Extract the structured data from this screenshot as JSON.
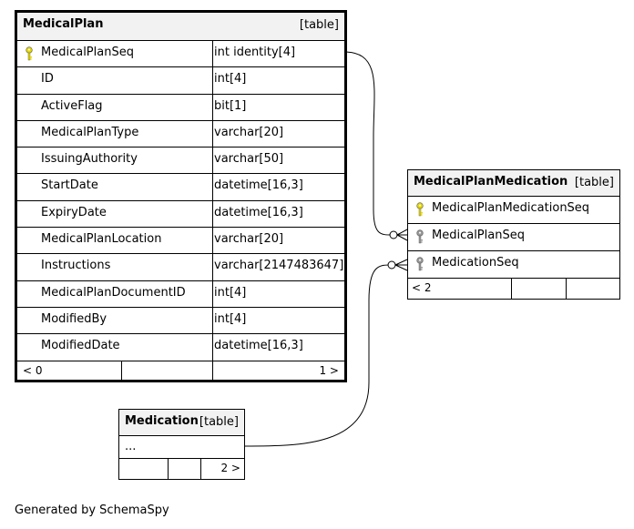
{
  "medical_plan": {
    "name": "MedicalPlan",
    "kind": "[table]",
    "columns": [
      {
        "name": "MedicalPlanSeq",
        "type": "int identity[4]",
        "key": "primary-key-icon"
      },
      {
        "name": "ID",
        "type": "int[4]"
      },
      {
        "name": "ActiveFlag",
        "type": "bit[1]"
      },
      {
        "name": "MedicalPlanType",
        "type": "varchar[20]"
      },
      {
        "name": "IssuingAuthority",
        "type": "varchar[50]"
      },
      {
        "name": "StartDate",
        "type": "datetime[16,3]"
      },
      {
        "name": "ExpiryDate",
        "type": "datetime[16,3]"
      },
      {
        "name": "MedicalPlanLocation",
        "type": "varchar[20]"
      },
      {
        "name": "Instructions",
        "type": "varchar[2147483647]"
      },
      {
        "name": "MedicalPlanDocumentID",
        "type": "int[4]"
      },
      {
        "name": "ModifiedBy",
        "type": "int[4]"
      },
      {
        "name": "ModifiedDate",
        "type": "datetime[16,3]"
      }
    ],
    "parents": "< 0",
    "children": "1 >"
  },
  "medical_plan_medication": {
    "name": "MedicalPlanMedication",
    "kind": "[table]",
    "columns": [
      {
        "name": "MedicalPlanMedicationSeq",
        "key": "primary-key-icon"
      },
      {
        "name": "MedicalPlanSeq",
        "key": "foreign-key-icon"
      },
      {
        "name": "MedicationSeq",
        "key": "foreign-key-icon"
      }
    ],
    "parents": "< 2"
  },
  "medication": {
    "name": "Medication",
    "kind": "[table]",
    "placeholder": "...",
    "children": "2 >"
  },
  "footer": {
    "credit": "Generated by SchemaSpy"
  },
  "colors": {
    "primary_key": "#e6d800",
    "foreign_key": "#9a9a9a",
    "header_bg": "#f2f2f2"
  }
}
